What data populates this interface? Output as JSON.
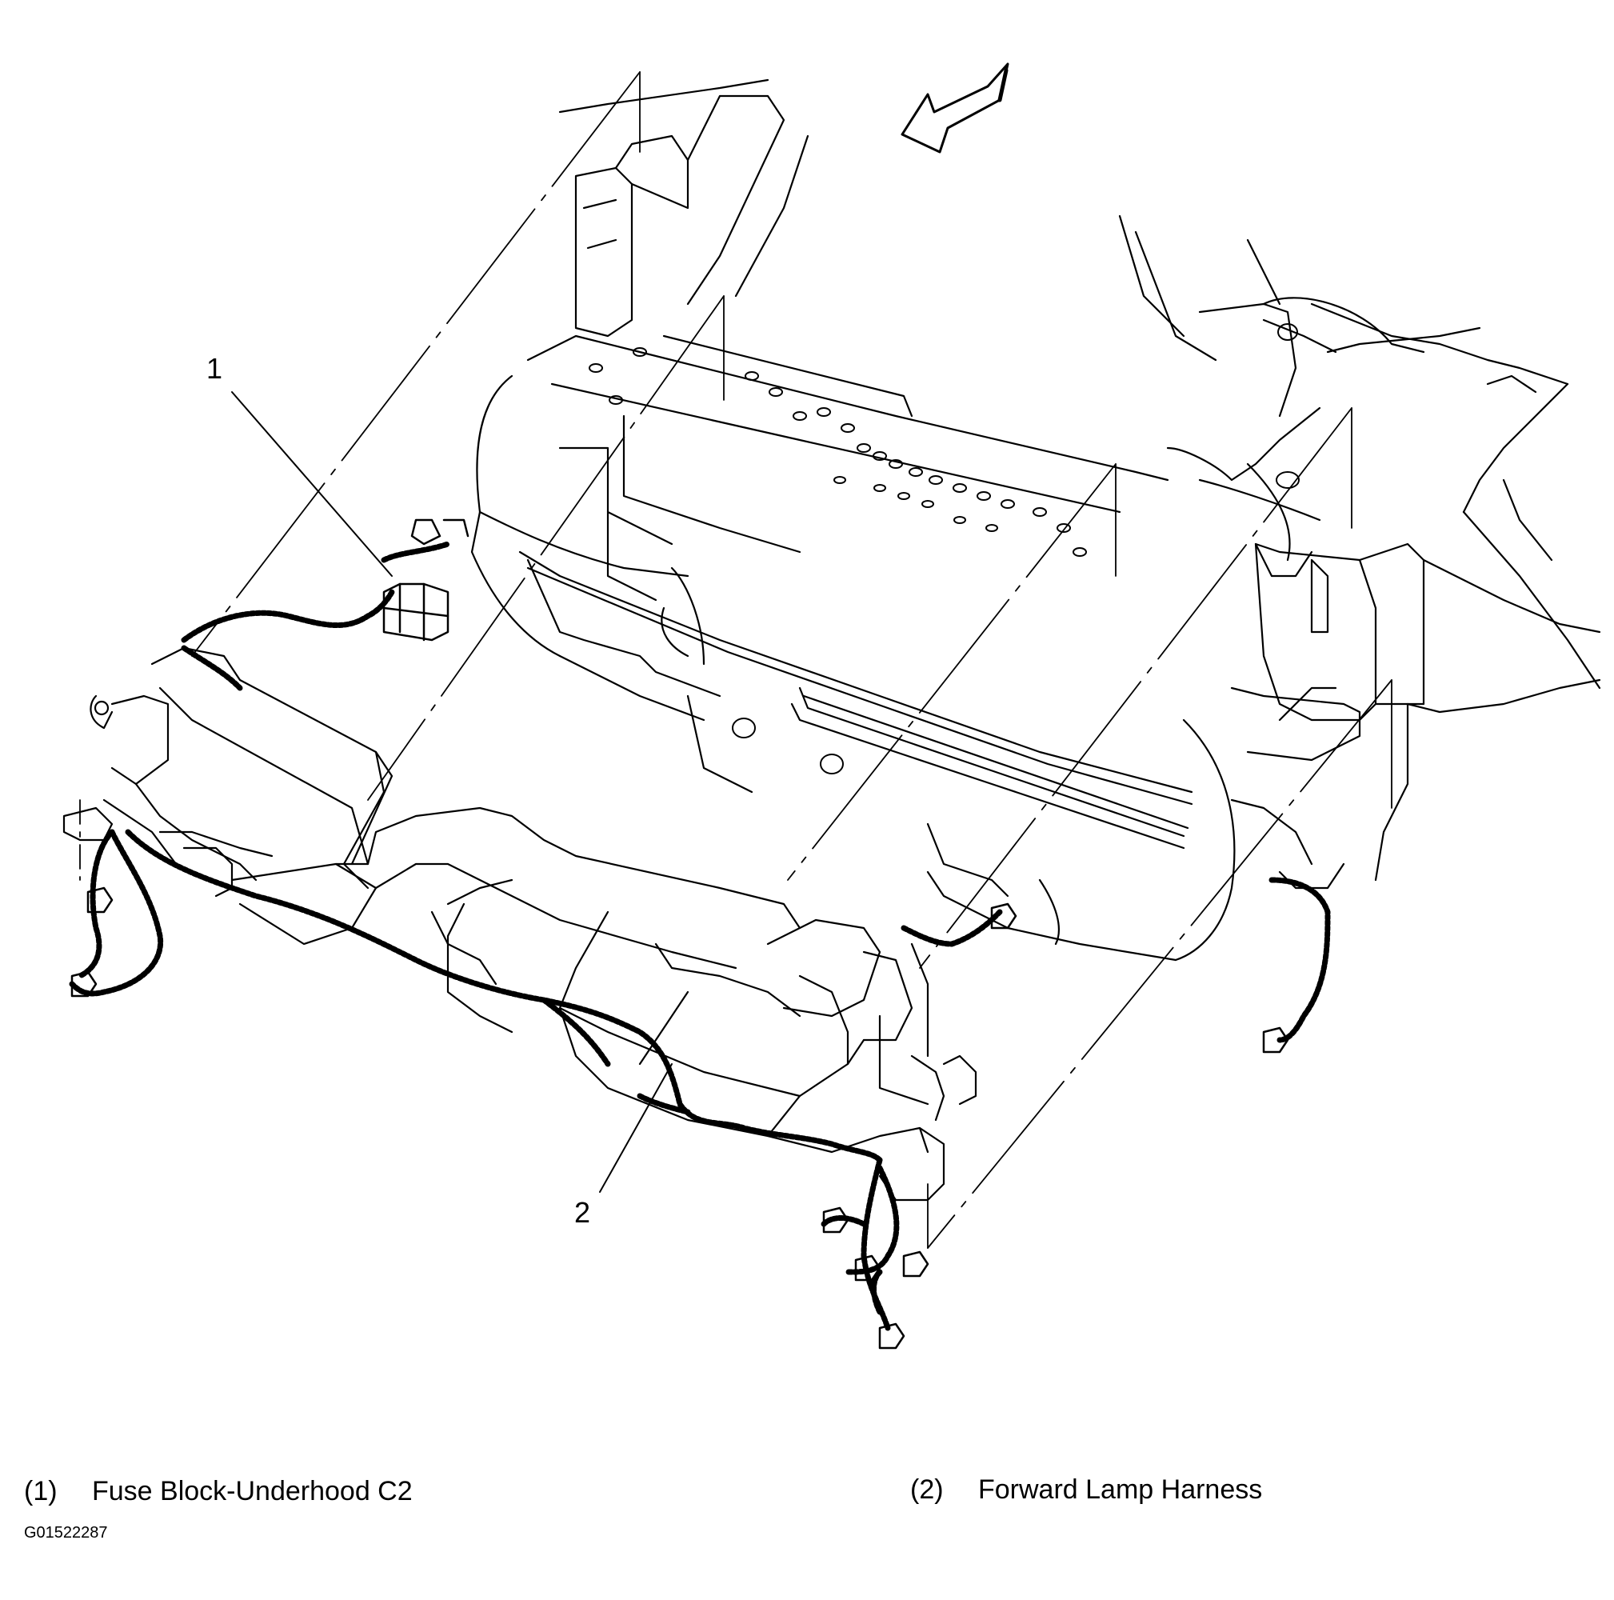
{
  "callouts": [
    {
      "number": "1",
      "description": "Fuse Block-Underhood C2",
      "code": "(1)"
    },
    {
      "number": "2",
      "description": "Forward Lamp Harness",
      "code": "(2)"
    }
  ],
  "figure_id": "G01522287",
  "arrow_icon": "direction-arrow-icon"
}
